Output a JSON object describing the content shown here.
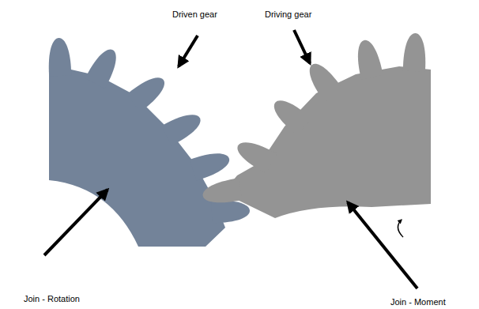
{
  "diagram": {
    "labels": [
      "Driven gear",
      "Driving gear",
      "Join - Rotation",
      "Join - Moment"
    ]
  }
}
